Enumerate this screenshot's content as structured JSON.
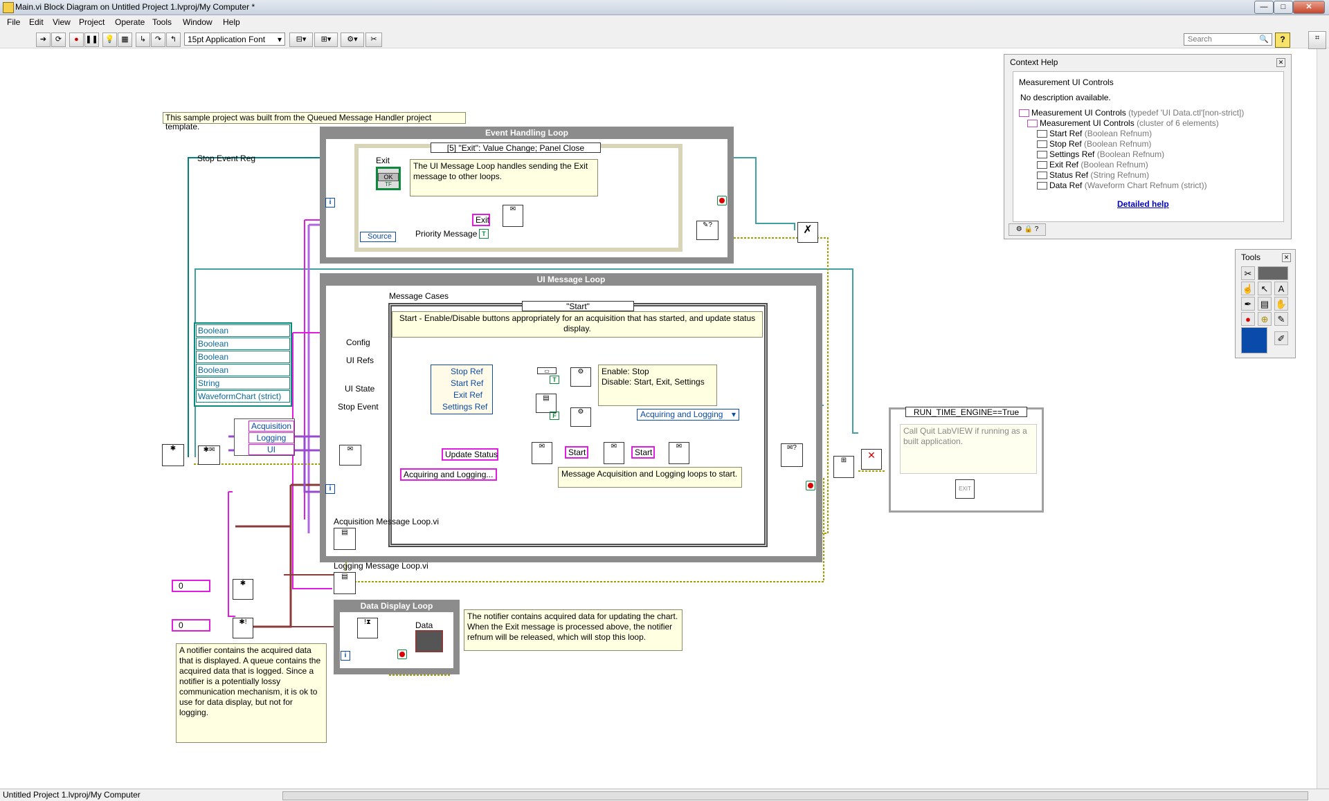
{
  "window": {
    "title": "Main.vi Block Diagram on Untitled Project 1.lvproj/My Computer *",
    "controls": {
      "minimize": "—",
      "maximize": "□",
      "close": "✕"
    }
  },
  "menu": [
    "File",
    "Edit",
    "View",
    "Project",
    "Operate",
    "Tools",
    "Window",
    "Help"
  ],
  "toolbar": {
    "font": "15pt Application Font",
    "search_placeholder": "Search",
    "help_label": "?",
    "icons": [
      "run-arrow-icon",
      "run-continuously-icon",
      "abort-icon",
      "pause-icon",
      "highlight-execution-icon",
      "retain-wire-values-icon",
      "step-into-icon",
      "step-over-icon",
      "step-out-icon",
      "align-icon",
      "distribute-icon",
      "reorder-icon",
      "cleanup-icon"
    ]
  },
  "diagram": {
    "top_note": "This sample project was built from the Queued Message Handler project template.",
    "event_loop": {
      "title": "Event Handling Loop",
      "event_selector": "[5] \"Exit\": Value Change;  Panel Close",
      "exit_label": "Exit",
      "exit_button": "OK",
      "exit_tf": "TF",
      "note": "The UI Message Loop handles sending the Exit message to other loops.",
      "exit_const": "Exit",
      "priority_label": "Priority Message",
      "priority_value": "T",
      "source_label": "Source",
      "info": "i"
    },
    "stop_event_reg": "Stop Event Reg",
    "ui_loop": {
      "title": "UI Message Loop",
      "message_cases": "Message Cases",
      "case_selector": "\"Start\"",
      "case_note": "Start - Enable/Disable buttons appropriately for an acquisition that has started, and update status display.",
      "config": "Config",
      "ui_refs": "UI Refs",
      "ui_state": "UI State",
      "stop_event": "Stop Event",
      "refs": [
        "Stop Ref",
        "Start Ref",
        "Exit Ref",
        "Settings Ref"
      ],
      "true_const": "T",
      "false_const": "F",
      "enable_note": "Enable: Stop\nDisable: Start, Exit, Settings",
      "enum_value": "Acquiring and Logging",
      "update_status": "Update Status",
      "start_1": "Start",
      "start_2": "Start",
      "acq_logging_const": "Acquiring and Logging...",
      "msg_note": "Message Acquisition and Logging loops to start.",
      "info": "i"
    },
    "cluster_items": [
      "Boolean",
      "Boolean",
      "Boolean",
      "Boolean",
      "String",
      "WaveformChart (strict)"
    ],
    "queue_names": [
      "Acquisition",
      "Logging",
      "UI"
    ],
    "acq_loop_vi": "Acquisition Message Loop.vi",
    "log_loop_vi": "Logging Message Loop.vi",
    "data_display": {
      "title": "Data Display Loop",
      "data_label": "Data",
      "info": "i"
    },
    "zero_1": "0",
    "zero_2": "0",
    "notifier_note": "A notifier contains the acquired data that is displayed. A queue contains the acquired data that is logged.  Since a notifier is a potentially lossy communication mechanism, it is ok to use for data display, but not for logging.",
    "notifier_release_note": "The notifier contains acquired data for updating the chart. When the Exit message is processed above, the notifier refnum will be released, which will stop this loop.",
    "rte": {
      "selector": "RUN_TIME_ENGINE==True",
      "note": "Call Quit LabVIEW if running as a built application.",
      "exit_icon": "EXIT"
    }
  },
  "context_help": {
    "title": "Context Help",
    "name": "Measurement UI Controls",
    "desc": "No description available.",
    "tree": [
      {
        "name": "Measurement UI Controls",
        "type": "(typedef 'UI Data.ctl'[non-strict])"
      },
      {
        "name": "Measurement UI Controls",
        "type": "(cluster of 6 elements)"
      },
      {
        "name": "Start Ref",
        "type": "(Boolean Refnum)"
      },
      {
        "name": "Stop Ref",
        "type": "(Boolean Refnum)"
      },
      {
        "name": "Settings Ref",
        "type": "(Boolean Refnum)"
      },
      {
        "name": "Exit Ref",
        "type": "(Boolean Refnum)"
      },
      {
        "name": "Status Ref",
        "type": "(String Refnum)"
      },
      {
        "name": "Data Ref",
        "type": "(Waveform Chart Refnum  (strict))"
      }
    ],
    "link": "Detailed help"
  },
  "tools": {
    "title": "Tools"
  },
  "status": {
    "path": "Untitled Project 1.lvproj/My Computer"
  },
  "colors": {
    "string_wire": "#ff00ff",
    "cluster_wire": "#008080",
    "enum_wire": "#0000c8",
    "error_wire": "#a0a000",
    "refnum_wire": "#8b3a3a",
    "loop_border": "#8c8c8c"
  }
}
